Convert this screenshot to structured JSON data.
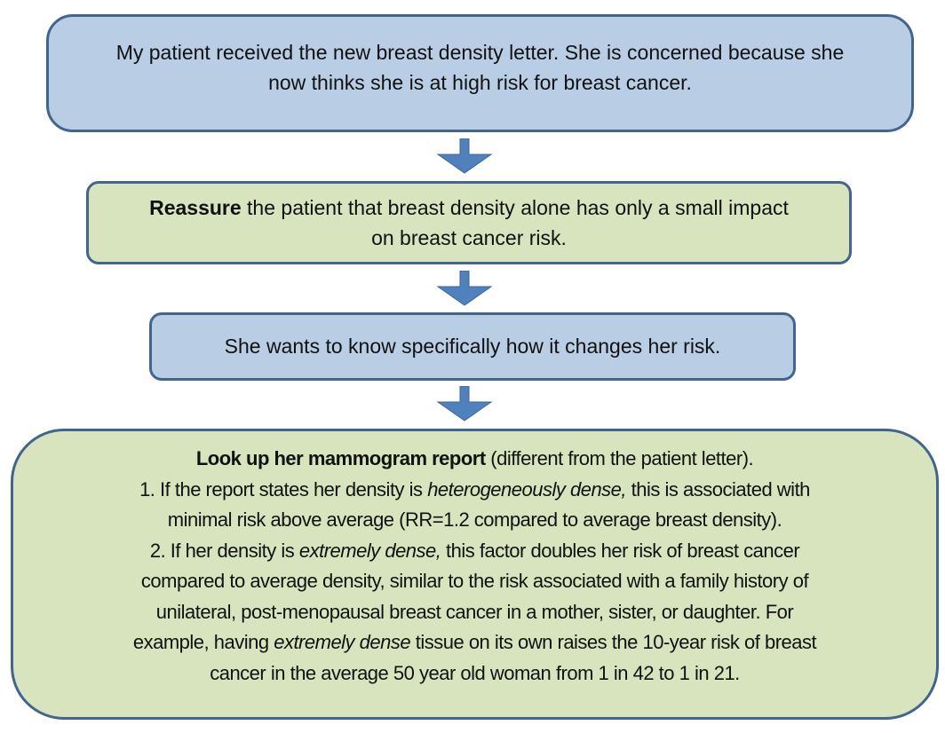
{
  "colors": {
    "blue_fill": "#b9cde5",
    "green_fill": "#d7e4bd",
    "border": "#41658f",
    "arrow": "#4f81bd"
  },
  "box1": {
    "lines": [
      "My patient received the new breast density letter. She is concerned because she",
      "now thinks she is at high risk for breast cancer."
    ]
  },
  "box2": {
    "bold": "Reassure",
    "line1_rest": " the patient that breast density alone has only a small impact",
    "line2": "on breast cancer risk."
  },
  "box3": {
    "text": "She wants to know specifically how it changes her risk."
  },
  "box4": {
    "heading_bold": "Look up her mammogram report",
    "heading_rest": " (different from the patient letter).",
    "item1_a": "1.  If the report states her density is ",
    "item1_i": "heterogeneously dense,",
    "item1_b": " this is associated with",
    "item1_c": "minimal risk above average (RR=1.2 compared to average breast density).",
    "item2_a": "2.   If her density is ",
    "item2_i": "extremely dense,",
    "item2_b": " this factor doubles her risk of breast cancer",
    "item2_c": "compared to average density, similar to the risk associated with a family history of",
    "item2_d": "unilateral, post-menopausal breast cancer in a mother, sister, or daughter.  For",
    "item2_e": "example, having ",
    "item2_f": "extremely dense",
    "item2_g": " tissue on its own raises the 10-year risk of breast",
    "item2_h": "cancer in the average 50 year old woman from 1 in 42 to 1 in 21."
  }
}
